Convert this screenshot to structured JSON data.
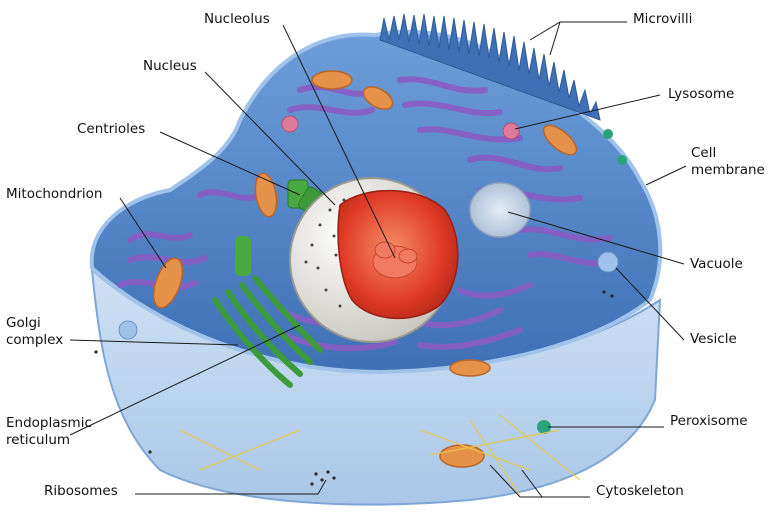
{
  "labels": {
    "nucleolus": "Nucleolus",
    "microvilli": "Microvilli",
    "nucleus": "Nucleus",
    "lysosome": "Lysosome",
    "centrioles": "Centrioles",
    "cell_membrane": "Cell\nmembrane",
    "mitochondrion": "Mitochondrion",
    "vacuole": "Vacuole",
    "golgi_complex": "Golgi\ncomplex",
    "vesicle": "Vesicle",
    "endoplasmic_reticulum": "Endoplasmic\nreticulum",
    "peroxisome": "Peroxisome",
    "ribosomes": "Ribosomes",
    "cytoskeleton": "Cytoskeleton"
  },
  "colors": {
    "cytoplasm": "#5a8fd0",
    "membrane": "#9fc3ea",
    "nuclear_envelope": "#ecebe6",
    "nucleoplasm": "#e8412d",
    "nucleolus": "#f07a62",
    "endoplasmic_reticulum": "#8a5cc4",
    "golgi": "#3c9a3a",
    "mitochondria": "#e6914a",
    "lysosome": "#e07a9a",
    "vacuole": "#c9d6e6",
    "peroxisome": "#2aa37a",
    "cytoskeleton": "#e8c84a"
  }
}
